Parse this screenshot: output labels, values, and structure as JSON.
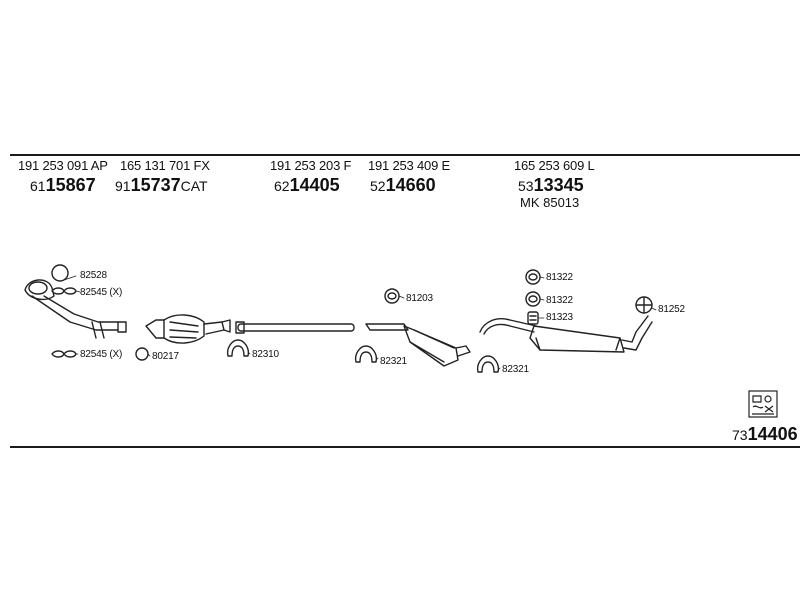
{
  "header": {
    "columns": [
      {
        "oe": "191 253 091 AP",
        "prefix": "61",
        "number": "15867",
        "suffix": ""
      },
      {
        "oe": "165 131 701 FX",
        "prefix": "91",
        "number": "15737",
        "suffix": "CAT"
      },
      {
        "oe": "191 253 203 F",
        "prefix": "62",
        "number": "14405",
        "suffix": ""
      },
      {
        "oe": "191 253 409 E",
        "prefix": "52",
        "number": "14660",
        "suffix": ""
      },
      {
        "oe": "165 253 609 L",
        "prefix": "53",
        "number": "13345",
        "suffix": ""
      }
    ],
    "mk": "MK  85013"
  },
  "parts": {
    "p82528": "82528",
    "p82545a": "82545 (X)",
    "p82545b": "82545 (X)",
    "p80217": "80217",
    "p82310": "82310",
    "p81203": "81203",
    "p82321a": "82321",
    "p82321b": "82321",
    "p81322a": "81322",
    "p81322b": "81322",
    "p81323": "81323",
    "p81252": "81252"
  },
  "footer": {
    "prefix": "73",
    "number": "14406"
  }
}
